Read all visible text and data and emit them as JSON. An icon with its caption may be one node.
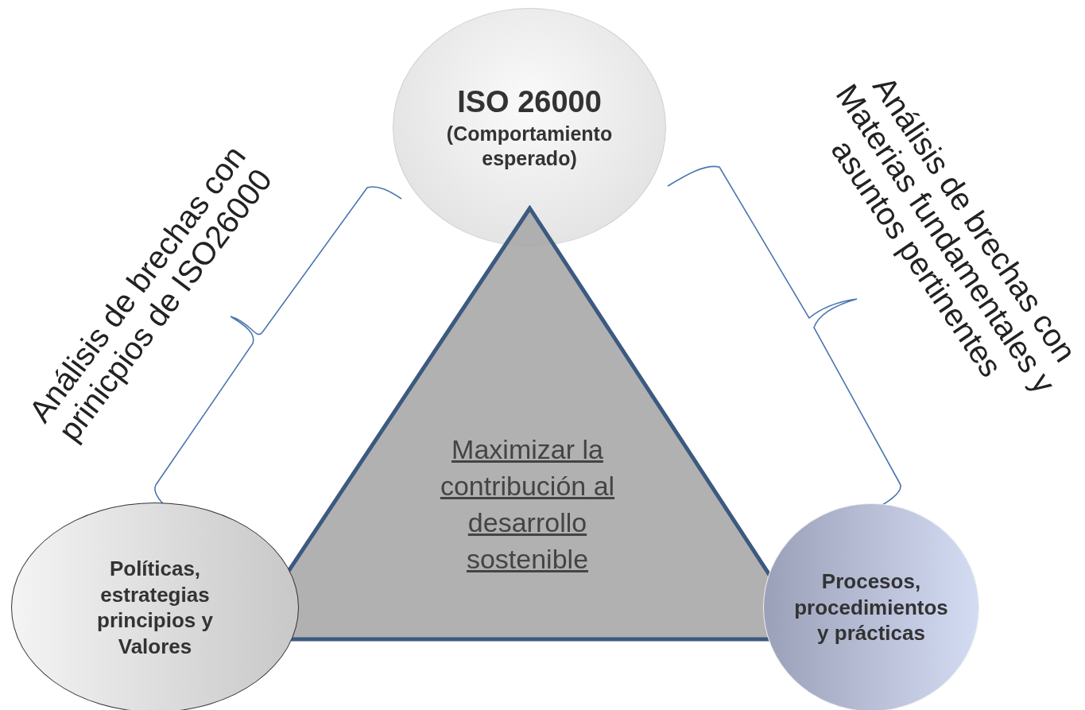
{
  "diagram": {
    "nodes": [
      {
        "text": [
          "ISO 26000",
          "(Comportamiento esperado)"
        ]
      },
      {
        "text": [
          "Maximizar la contribución al desarrollo sostenible"
        ]
      },
      {
        "text": [
          "Políticas, estrategias principios y Valores"
        ]
      },
      {
        "text": [
          "Procesos, procedimientos y prácticas"
        ]
      }
    ],
    "labels": [
      "Análisis de brechas con prinicpios de ISO26000",
      "Análisis de brechas con Materias fundamentales y asuntos pertinentes"
    ]
  }
}
